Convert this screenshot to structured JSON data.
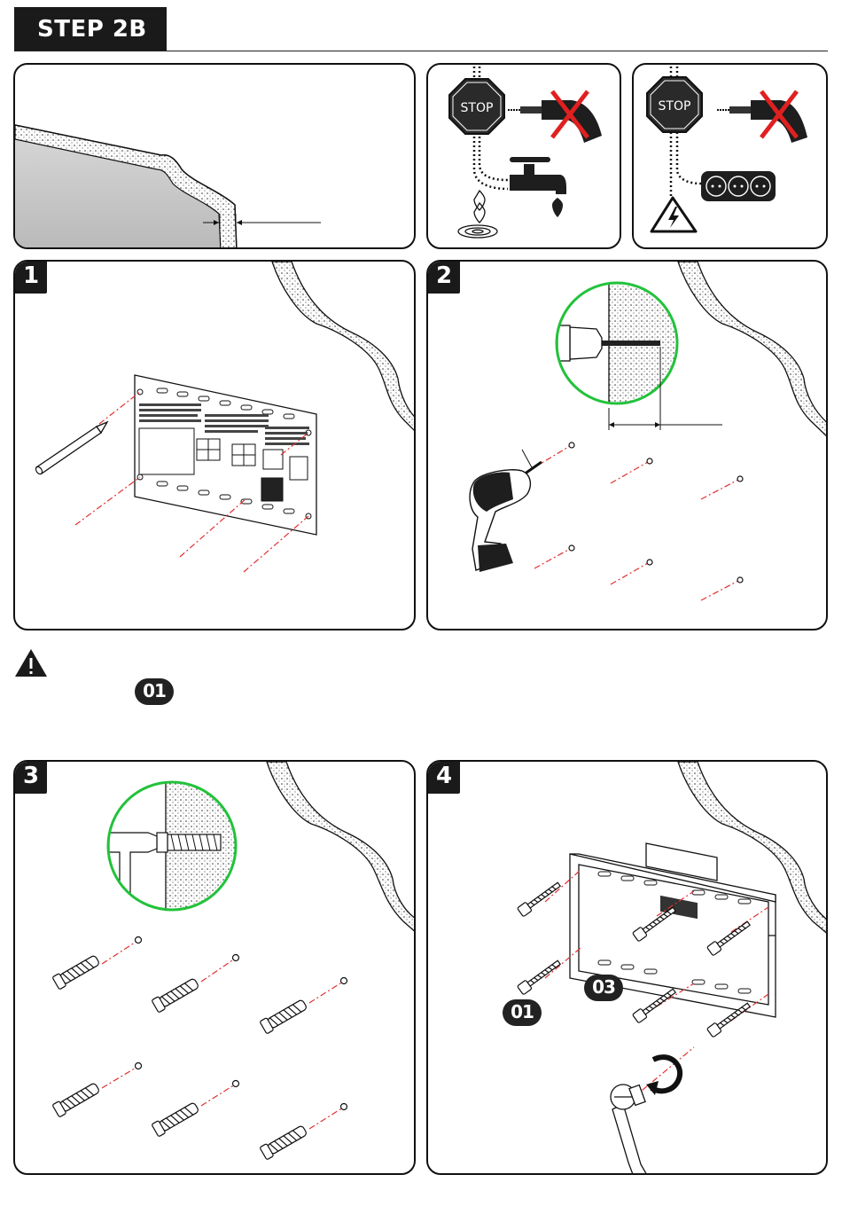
{
  "header": {
    "title": "STEP 2B"
  },
  "top_panels": {
    "stop_label_left": "STOP",
    "stop_label_right": "STOP"
  },
  "steps": {
    "step1": "1",
    "step2": "2",
    "step3": "3",
    "step4": "4"
  },
  "warning": {
    "part_badge": "01"
  },
  "step4": {
    "badge_01": "01",
    "badge_03": "03"
  },
  "colors": {
    "accent_green": "#22c23a",
    "cross_red": "#e02020",
    "dash_red": "#e03030",
    "panel_border": "#111111"
  },
  "icons": [
    "stop-sign-icon",
    "drill-crossed-icon",
    "water-tap-icon",
    "power-socket-icon",
    "high-voltage-icon",
    "warning-triangle-icon",
    "pencil-icon",
    "cordless-drill-icon",
    "wall-anchor-icon",
    "wrench-icon",
    "spirit-level-icon",
    "lag-bolt-icon"
  ]
}
